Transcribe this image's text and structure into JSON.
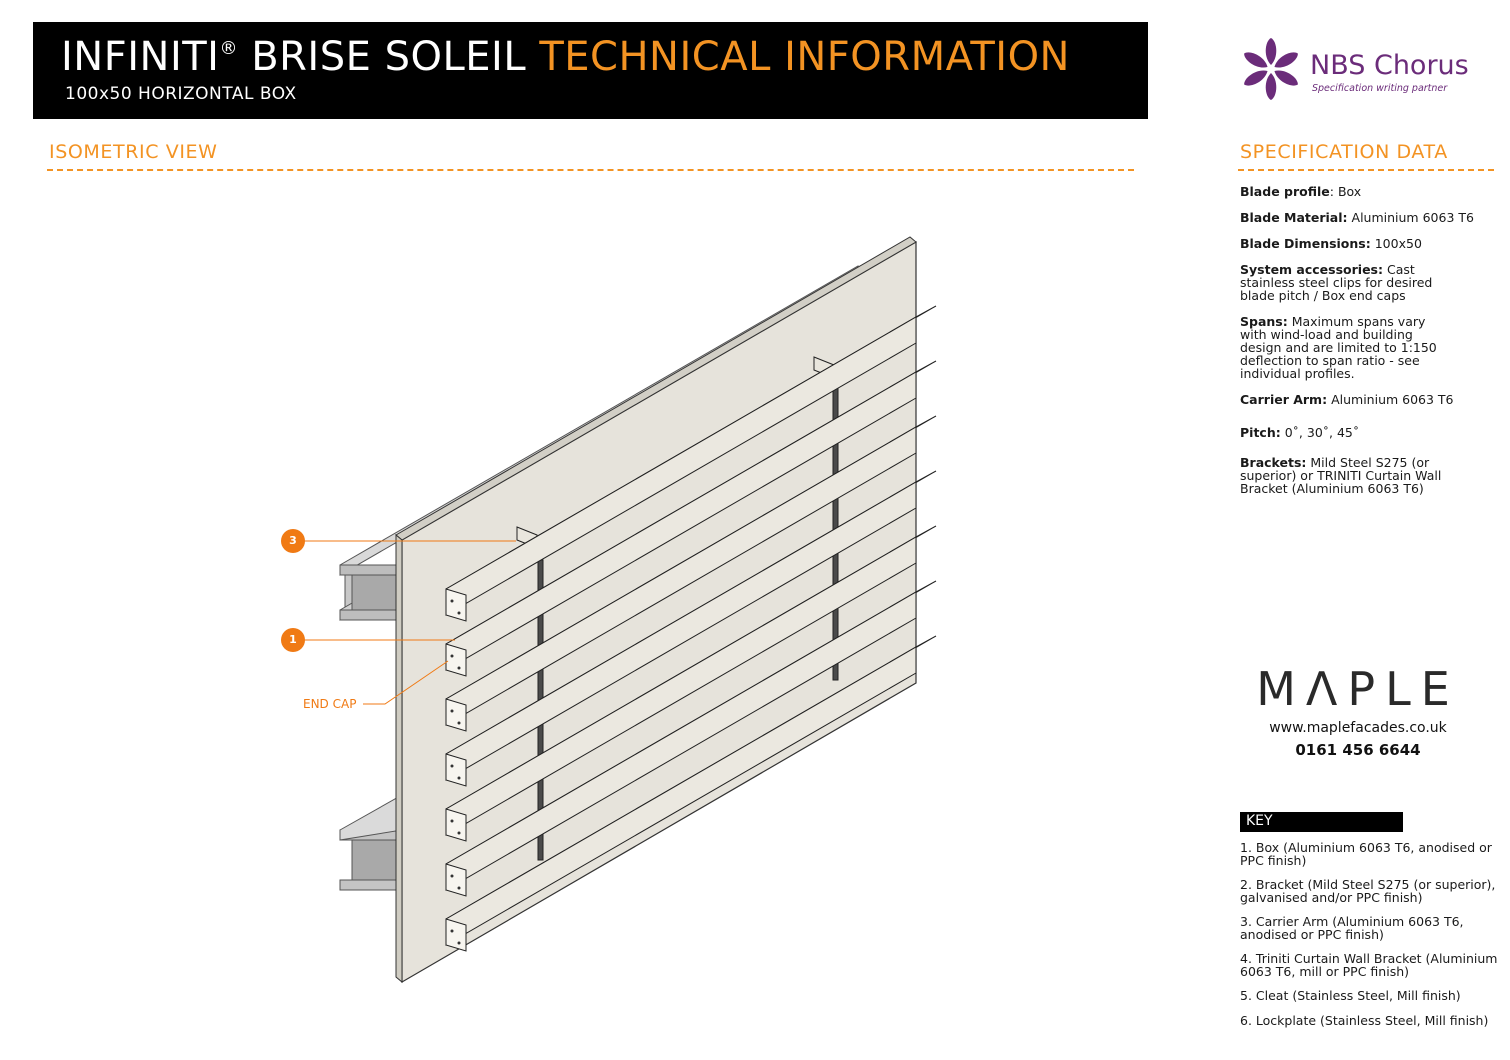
{
  "header": {
    "title_white": "INFINITI",
    "title_reg": "®",
    "title_white_2": " BRISE SOLEIL ",
    "title_orange": "TECHNICAL INFORMATION",
    "subtitle": "100x50 HORIZONTAL BOX"
  },
  "nbs": {
    "name": "NBS Chorus",
    "tagline": "Specification writing partner",
    "color": "#6b2c7a"
  },
  "sections": {
    "isometric_title": "ISOMETRIC VIEW",
    "spec_title": "SPECIFICATION DATA"
  },
  "spec": [
    {
      "label": "Blade profile",
      "sep": ": ",
      "value": "Box"
    },
    {
      "label": "Blade Material:",
      "sep": " ",
      "value": "Aluminium 6063 T6"
    },
    {
      "label": "Blade Dimensions:",
      "sep": " ",
      "value": "100x50"
    },
    {
      "label": "System accessories:",
      "sep": " ",
      "value": "Cast stainless steel clips for desired blade pitch / Box end caps"
    },
    {
      "label": "Spans:",
      "sep": " ",
      "value": "Maximum spans vary with wind-load and building design and are limited to 1:150 deflection to span ratio - see individual profiles."
    },
    {
      "label": "Carrier Arm:",
      "sep": " ",
      "value": "Aluminium 6063 T6"
    },
    {
      "label": "Pitch:",
      "sep": " ",
      "value": "0˚, 30˚, 45˚"
    },
    {
      "label": "Brackets:",
      "sep": " ",
      "value": "Mild Steel S275 (or superior) or TRINITI Curtain Wall Bracket (Aluminium 6063 T6)"
    }
  ],
  "maple": {
    "wordmark": "MΛPLE",
    "url": "www.maplefacades.co.uk",
    "phone": "0161 456 6644"
  },
  "key": {
    "title": "KEY",
    "items": [
      "1. Box (Aluminium 6063 T6, anodised or PPC finish)",
      "2. Bracket (Mild Steel S275 (or superior), galvanised and/or PPC finish)",
      "3. Carrier Arm (Aluminium 6063 T6, anodised or PPC finish)",
      "4. Triniti Curtain Wall Bracket (Aluminium 6063 T6, mill or PPC finish)",
      "5. Cleat (Stainless Steel, Mill finish)",
      "6. Lockplate (Stainless Steel, Mill finish)"
    ]
  },
  "callouts": {
    "c3": "3",
    "c1": "1",
    "end_cap": "END CAP"
  },
  "colors": {
    "accent": "#f39323",
    "callout": "#f07a14",
    "wall": "#e6e3db",
    "blade": "#f1efe8",
    "steel": "#b9b9b9"
  }
}
